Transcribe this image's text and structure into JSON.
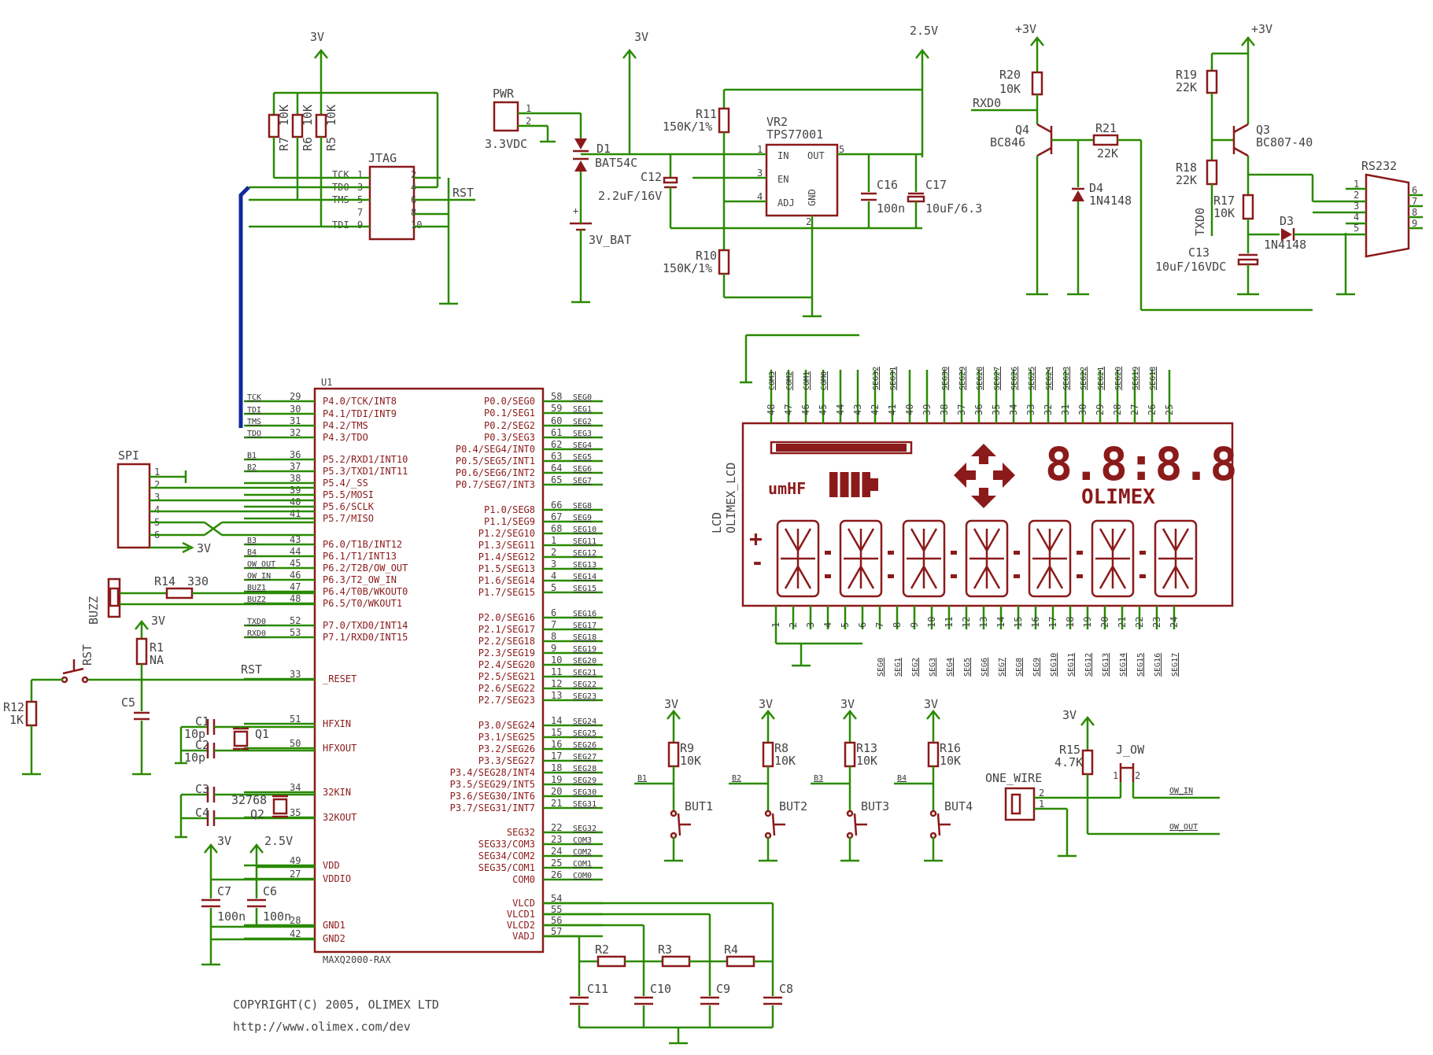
{
  "supplies": {
    "v3": "3V",
    "v25": "2.5V",
    "v3p": "+3V"
  },
  "jtag": {
    "name": "JTAG",
    "resistors": [
      {
        "ref": "R7",
        "val": "10K"
      },
      {
        "ref": "R6",
        "val": "10K"
      },
      {
        "ref": "R5",
        "val": "10K"
      }
    ],
    "signals": [
      "TCK",
      "TDO",
      "TMS",
      "",
      "TDI"
    ],
    "pins_left": [
      "1",
      "3",
      "5",
      "7",
      "9"
    ],
    "pins_right": [
      "2",
      "4",
      "6",
      "8",
      "10"
    ],
    "rst": "RST"
  },
  "pwr": {
    "name": "PWR",
    "pins": [
      "1",
      "2"
    ],
    "label": "3.3VDC",
    "diode": "D1",
    "diode_part": "BAT54C",
    "bat": "3V_BAT"
  },
  "vreg": {
    "ref": "VR2",
    "part": "TPS77001",
    "in": "IN",
    "out": "OUT",
    "en": "EN",
    "adj": "ADJ",
    "gnd": "GND",
    "p1": "1",
    "p3": "3",
    "p4": "4",
    "p5": "5",
    "p2": "2",
    "r11": "R11",
    "r11v": "150K/1%",
    "r10": "R10",
    "r10v": "150K/1%",
    "c12": "C12",
    "c12v": "2.2uF/16V",
    "c16": "C16",
    "c16v": "100n",
    "c17": "C17",
    "c17v": "10uF/6.3"
  },
  "rs232": {
    "name": "RS232",
    "r20": "R20",
    "r20v": "10K",
    "rxd": "RXD0",
    "q4": "Q4",
    "q4p": "BC846",
    "r21": "R21",
    "r21v": "22K",
    "d4": "D4",
    "d4p": "1N4148",
    "r19": "R19",
    "r19v": "22K",
    "r18": "R18",
    "r18v": "22K",
    "q3": "Q3",
    "q3p": "BC807-40",
    "r17": "R17",
    "r17v": "10K",
    "txd": "TXD0",
    "c13": "C13",
    "c13v": "10uF/16VDC",
    "d3": "D3",
    "d3p": "1N4148",
    "pl": [
      "1",
      "2",
      "3",
      "4",
      "5"
    ],
    "pr": [
      "6",
      "7",
      "8",
      "9"
    ]
  },
  "u1": {
    "ref": "U1",
    "part": "MAXQ2000-RAX",
    "left": [
      {
        "n": "29",
        "s": "P4.0/TCK/INT8",
        "net": "TCK"
      },
      {
        "n": "30",
        "s": "P4.1/TDI/INT9",
        "net": "TDI"
      },
      {
        "n": "31",
        "s": "P4.2/TMS",
        "net": "TMS"
      },
      {
        "n": "32",
        "s": "P4.3/TDO",
        "net": "TDO"
      },
      {
        "n": "36",
        "s": "P5.2/RXD1/INT10",
        "net": "B1"
      },
      {
        "n": "37",
        "s": "P5.3/TXD1/INT11",
        "net": "B2"
      },
      {
        "n": "38",
        "s": "P5.4/_SS",
        "net": ""
      },
      {
        "n": "39",
        "s": "P5.5/MOSI",
        "net": ""
      },
      {
        "n": "40",
        "s": "P5.6/SCLK",
        "net": ""
      },
      {
        "n": "41",
        "s": "P5.7/MISO",
        "net": ""
      },
      {
        "n": "43",
        "s": "P6.0/T1B/INT12",
        "net": "B3"
      },
      {
        "n": "44",
        "s": "P6.1/T1/INT13",
        "net": "B4"
      },
      {
        "n": "45",
        "s": "P6.2/T2B/OW_OUT",
        "net": "OW_OUT"
      },
      {
        "n": "46",
        "s": "P6.3/T2_OW_IN",
        "net": "OW_IN"
      },
      {
        "n": "47",
        "s": "P6.4/T0B/WKOUT0",
        "net": "BUZ1"
      },
      {
        "n": "48",
        "s": "P6.5/T0/WKOUT1",
        "net": "BUZ2"
      },
      {
        "n": "52",
        "s": "P7.0/TXD0/INT14",
        "net": "TXD0"
      },
      {
        "n": "53",
        "s": "P7.1/RXD0/INT15",
        "net": "RXD0"
      },
      {
        "n": "33",
        "s": "_RESET",
        "net": "RST"
      },
      {
        "n": "51",
        "s": "HFXIN",
        "net": ""
      },
      {
        "n": "50",
        "s": "HFXOUT",
        "net": ""
      },
      {
        "n": "34",
        "s": "32KIN",
        "net": ""
      },
      {
        "n": "35",
        "s": "32KOUT",
        "net": ""
      },
      {
        "n": "49",
        "s": "VDD",
        "net": ""
      },
      {
        "n": "27",
        "s": "VDDIO",
        "net": ""
      },
      {
        "n": "28",
        "s": "GND1",
        "net": ""
      },
      {
        "n": "42",
        "s": "GND2",
        "net": ""
      }
    ],
    "right": [
      {
        "n": "58",
        "s": "P0.0/SEG0",
        "net": "SEG0"
      },
      {
        "n": "59",
        "s": "P0.1/SEG1",
        "net": "SEG1"
      },
      {
        "n": "60",
        "s": "P0.2/SEG2",
        "net": "SEG2"
      },
      {
        "n": "61",
        "s": "P0.3/SEG3",
        "net": "SEG3"
      },
      {
        "n": "62",
        "s": "P0.4/SEG4/INT0",
        "net": "SEG4"
      },
      {
        "n": "63",
        "s": "P0.5/SEG5/INT1",
        "net": "SEG5"
      },
      {
        "n": "64",
        "s": "P0.6/SEG6/INT2",
        "net": "SEG6"
      },
      {
        "n": "65",
        "s": "P0.7/SEG7/INT3",
        "net": "SEG7"
      },
      {
        "n": "66",
        "s": "P1.0/SEG8",
        "net": "SEG8"
      },
      {
        "n": "67",
        "s": "P1.1/SEG9",
        "net": "SEG9"
      },
      {
        "n": "68",
        "s": "P1.2/SEG10",
        "net": "SEG10"
      },
      {
        "n": "1",
        "s": "P1.3/SEG11",
        "net": "SEG11"
      },
      {
        "n": "2",
        "s": "P1.4/SEG12",
        "net": "SEG12"
      },
      {
        "n": "3",
        "s": "P1.5/SEG13",
        "net": "SEG13"
      },
      {
        "n": "4",
        "s": "P1.6/SEG14",
        "net": "SEG14"
      },
      {
        "n": "5",
        "s": "P1.7/SEG15",
        "net": "SEG15"
      },
      {
        "n": "6",
        "s": "P2.0/SEG16",
        "net": "SEG16"
      },
      {
        "n": "7",
        "s": "P2.1/SEG17",
        "net": "SEG17"
      },
      {
        "n": "8",
        "s": "P2.2/SEG18",
        "net": "SEG18"
      },
      {
        "n": "9",
        "s": "P2.3/SEG19",
        "net": "SEG19"
      },
      {
        "n": "10",
        "s": "P2.4/SEG20",
        "net": "SEG20"
      },
      {
        "n": "11",
        "s": "P2.5/SEG21",
        "net": "SEG21"
      },
      {
        "n": "12",
        "s": "P2.6/SEG22",
        "net": "SEG22"
      },
      {
        "n": "13",
        "s": "P2.7/SEG23",
        "net": "SEG23"
      },
      {
        "n": "14",
        "s": "P3.0/SEG24",
        "net": "SEG24"
      },
      {
        "n": "15",
        "s": "P3.1/SEG25",
        "net": "SEG25"
      },
      {
        "n": "16",
        "s": "P3.2/SEG26",
        "net": "SEG26"
      },
      {
        "n": "17",
        "s": "P3.3/SEG27",
        "net": "SEG27"
      },
      {
        "n": "18",
        "s": "P3.4/SEG28/INT4",
        "net": "SEG28"
      },
      {
        "n": "19",
        "s": "P3.5/SEG29/INT5",
        "net": "SEG29"
      },
      {
        "n": "20",
        "s": "P3.6/SEG30/INT6",
        "net": "SEG30"
      },
      {
        "n": "21",
        "s": "P3.7/SEG31/INT7",
        "net": "SEG31"
      },
      {
        "n": "22",
        "s": "SEG32",
        "net": "SEG32"
      },
      {
        "n": "23",
        "s": "SEG33/COM3",
        "net": "COM3"
      },
      {
        "n": "24",
        "s": "SEG34/COM2",
        "net": "COM2"
      },
      {
        "n": "25",
        "s": "SEG35/COM1",
        "net": "COM1"
      },
      {
        "n": "26",
        "s": "COM0",
        "net": "COM0"
      },
      {
        "n": "54",
        "s": "VLCD",
        "net": ""
      },
      {
        "n": "55",
        "s": "VLCD1",
        "net": ""
      },
      {
        "n": "56",
        "s": "VLCD2",
        "net": ""
      },
      {
        "n": "57",
        "s": "VADJ",
        "net": ""
      }
    ]
  },
  "spi": {
    "name": "SPI",
    "pins": [
      "1",
      "2",
      "3",
      "4",
      "5",
      "6"
    ],
    "v": "3V"
  },
  "misc": {
    "r14": "R14",
    "r14v": "330",
    "buzz": "BUZZ",
    "r1": "R1",
    "r1v": "NA",
    "rst": "RST",
    "r12": "R12",
    "r12v": "1K",
    "c5": "C5",
    "c1": "C1",
    "c1v": "10p",
    "c2": "C2",
    "c2v": "10p",
    "q1": "Q1",
    "c3": "C3",
    "c4": "C4",
    "q2": "Q2",
    "q2v": "32768",
    "c7": "C7",
    "c7v": "100n",
    "c6": "C6",
    "c6v": "100n",
    "r2": "R2",
    "r3": "R3",
    "r4": "R4",
    "c11": "C11",
    "c10": "C10",
    "c9": "C9",
    "c8": "C8"
  },
  "lcd": {
    "name": "LCD",
    "part": "OLIMEX_LCD",
    "brand": "OLIMEX",
    "mhz": "umHF",
    "digits": "8.8:8.8",
    "top_pins": [
      "48",
      "47",
      "46",
      "45",
      "44",
      "43",
      "42",
      "41",
      "40",
      "39",
      "38",
      "37",
      "36",
      "35",
      "34",
      "33",
      "32",
      "31",
      "30",
      "29",
      "28",
      "27",
      "26",
      "25"
    ],
    "top_nets": [
      "COM3",
      "COM2",
      "COM1",
      "COM0",
      "",
      "",
      "SEG32",
      "SEG31",
      "",
      "",
      "SEG30",
      "SEG29",
      "SEG28",
      "SEG27",
      "SEG26",
      "SEG25",
      "SEG24",
      "SEG23",
      "SEG22",
      "SEG21",
      "SEG20",
      "SEG19",
      "SEG18"
    ],
    "bot_pins": [
      "1",
      "2",
      "3",
      "4",
      "5",
      "6",
      "7",
      "8",
      "9",
      "10",
      "11",
      "12",
      "13",
      "14",
      "15",
      "16",
      "17",
      "18",
      "19",
      "20",
      "21",
      "22",
      "23",
      "24"
    ],
    "bot_nets": [
      "SEG0",
      "SEG1",
      "SEG2",
      "SEG3",
      "SEG4",
      "SEG5",
      "SEG6",
      "SEG7",
      "SEG8",
      "SEG9",
      "SEG10",
      "SEG11",
      "SEG12",
      "SEG13",
      "SEG14",
      "SEG15",
      "SEG16",
      "SEG17"
    ]
  },
  "buttons": [
    {
      "r": "R9",
      "rv": "10K",
      "b": "BUT1",
      "net": "B1"
    },
    {
      "r": "R8",
      "rv": "10K",
      "b": "BUT2",
      "net": "B2"
    },
    {
      "r": "R13",
      "rv": "10K",
      "b": "BUT3",
      "net": "B3"
    },
    {
      "r": "R16",
      "rv": "10K",
      "b": "BUT4",
      "net": "B4"
    }
  ],
  "onewire": {
    "name": "ONE_WIRE",
    "r15": "R15",
    "r15v": "4.7K",
    "jow": "J_OW",
    "in": "OW_IN",
    "out": "OW_OUT",
    "p1": "1",
    "p2": "2"
  },
  "footer": {
    "copy": "COPYRIGHT(C) 2005, OLIMEX LTD",
    "url": "http://www.olimex.com/dev"
  }
}
